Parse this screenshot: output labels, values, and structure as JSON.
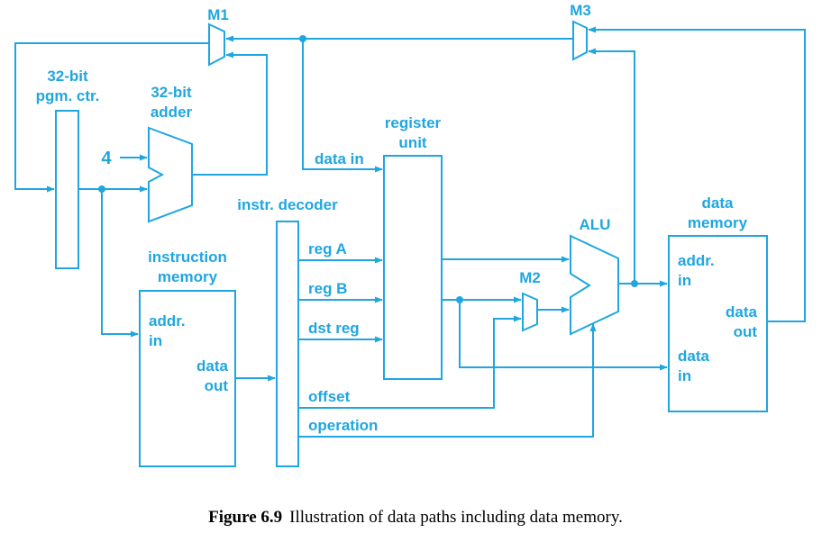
{
  "components": {
    "m1": "M1",
    "m2": "M2",
    "m3": "M3",
    "pc": [
      "32-bit",
      "pgm. ctr."
    ],
    "adder": [
      "32-bit",
      "adder"
    ],
    "constant": "4",
    "register_unit": [
      "register",
      "unit"
    ],
    "instr_decoder": "instr. decoder",
    "instruction_memory": [
      "instruction",
      "memory"
    ],
    "alu": "ALU",
    "data_memory": [
      "data",
      "memory"
    ]
  },
  "ports": {
    "data_in": "data in",
    "reg_a": "reg A",
    "reg_b": "reg B",
    "dst_reg": "dst reg",
    "offset": "offset",
    "operation": "operation",
    "imem_addr": [
      "addr.",
      "in"
    ],
    "imem_data": [
      "data",
      "out"
    ],
    "dmem_addr": [
      "addr.",
      "in"
    ],
    "dmem_data_out": [
      "data",
      "out"
    ],
    "dmem_data_in": [
      "data",
      "in"
    ]
  },
  "caption": {
    "number": "Figure 6.9",
    "text": "Illustration of data paths including data memory."
  },
  "colors": {
    "accent": "#1fa6e0"
  }
}
